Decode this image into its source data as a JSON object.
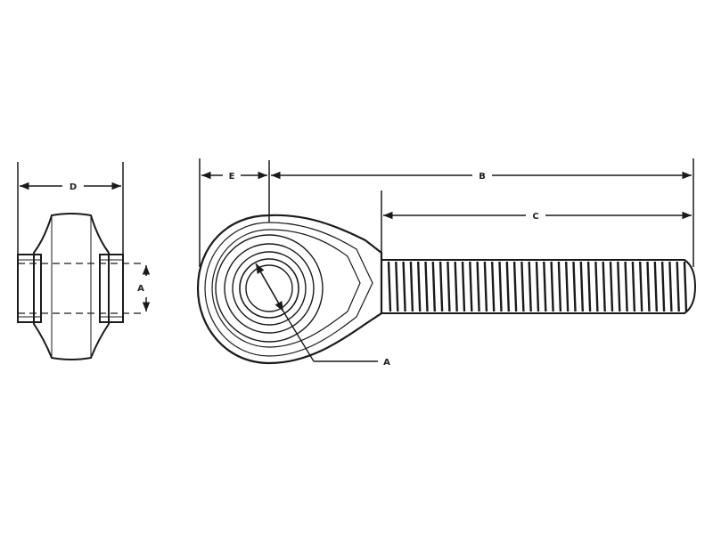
{
  "dimensions": {
    "d": "D",
    "e": "E",
    "b": "B",
    "c": "C",
    "a_side": "A",
    "a_leader": "A"
  },
  "colors": {
    "line": "#1a1a1a",
    "background": "#ffffff"
  }
}
